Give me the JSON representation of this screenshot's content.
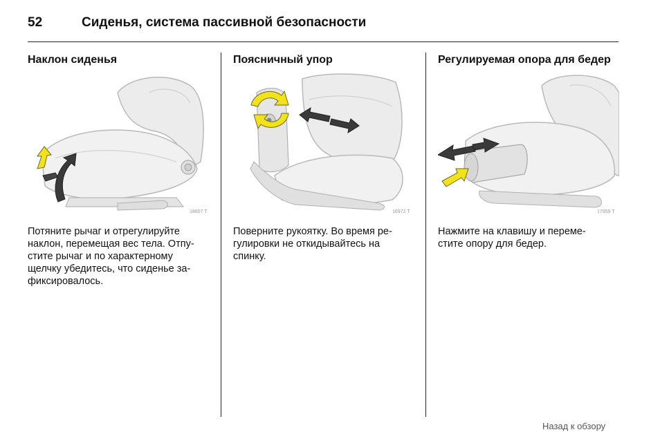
{
  "header": {
    "page_number": "52",
    "title": "Сиденья, система пассивной безопасности"
  },
  "columns": [
    {
      "heading": "Наклон сиденья",
      "image_code": "18607 T",
      "lines": [
        "Потяните рычаг и отрегулируйте",
        "наклон, перемещая вес тела. Отпу-",
        "стите рычаг и по характерному",
        "щелчку убедитесь, что сиденье за-",
        "фиксировалось."
      ]
    },
    {
      "heading": "Поясничный упор",
      "image_code": "16972 T",
      "lines": [
        "Поверните рукоятку. Во время ре-",
        "гулировки не откидывайтесь на",
        "спинку."
      ]
    },
    {
      "heading": "Регулируемая опора для бедер",
      "image_code": "17959 T",
      "lines": [
        "Нажмите на клавишу и переме-",
        "стите опору для бедер."
      ]
    }
  ],
  "footer": {
    "back_link": "Назад к обзору"
  },
  "colors": {
    "accent_arrow": "#f2e21a",
    "dark_arrow": "#3a3a3a",
    "illustration_fill": "#ececec",
    "illustration_stroke": "#b9b9b9"
  },
  "icons": [
    "yellow-arrow-icon",
    "dark-arrow-icon",
    "rotate-knob-icon",
    "double-arrow-icon"
  ]
}
